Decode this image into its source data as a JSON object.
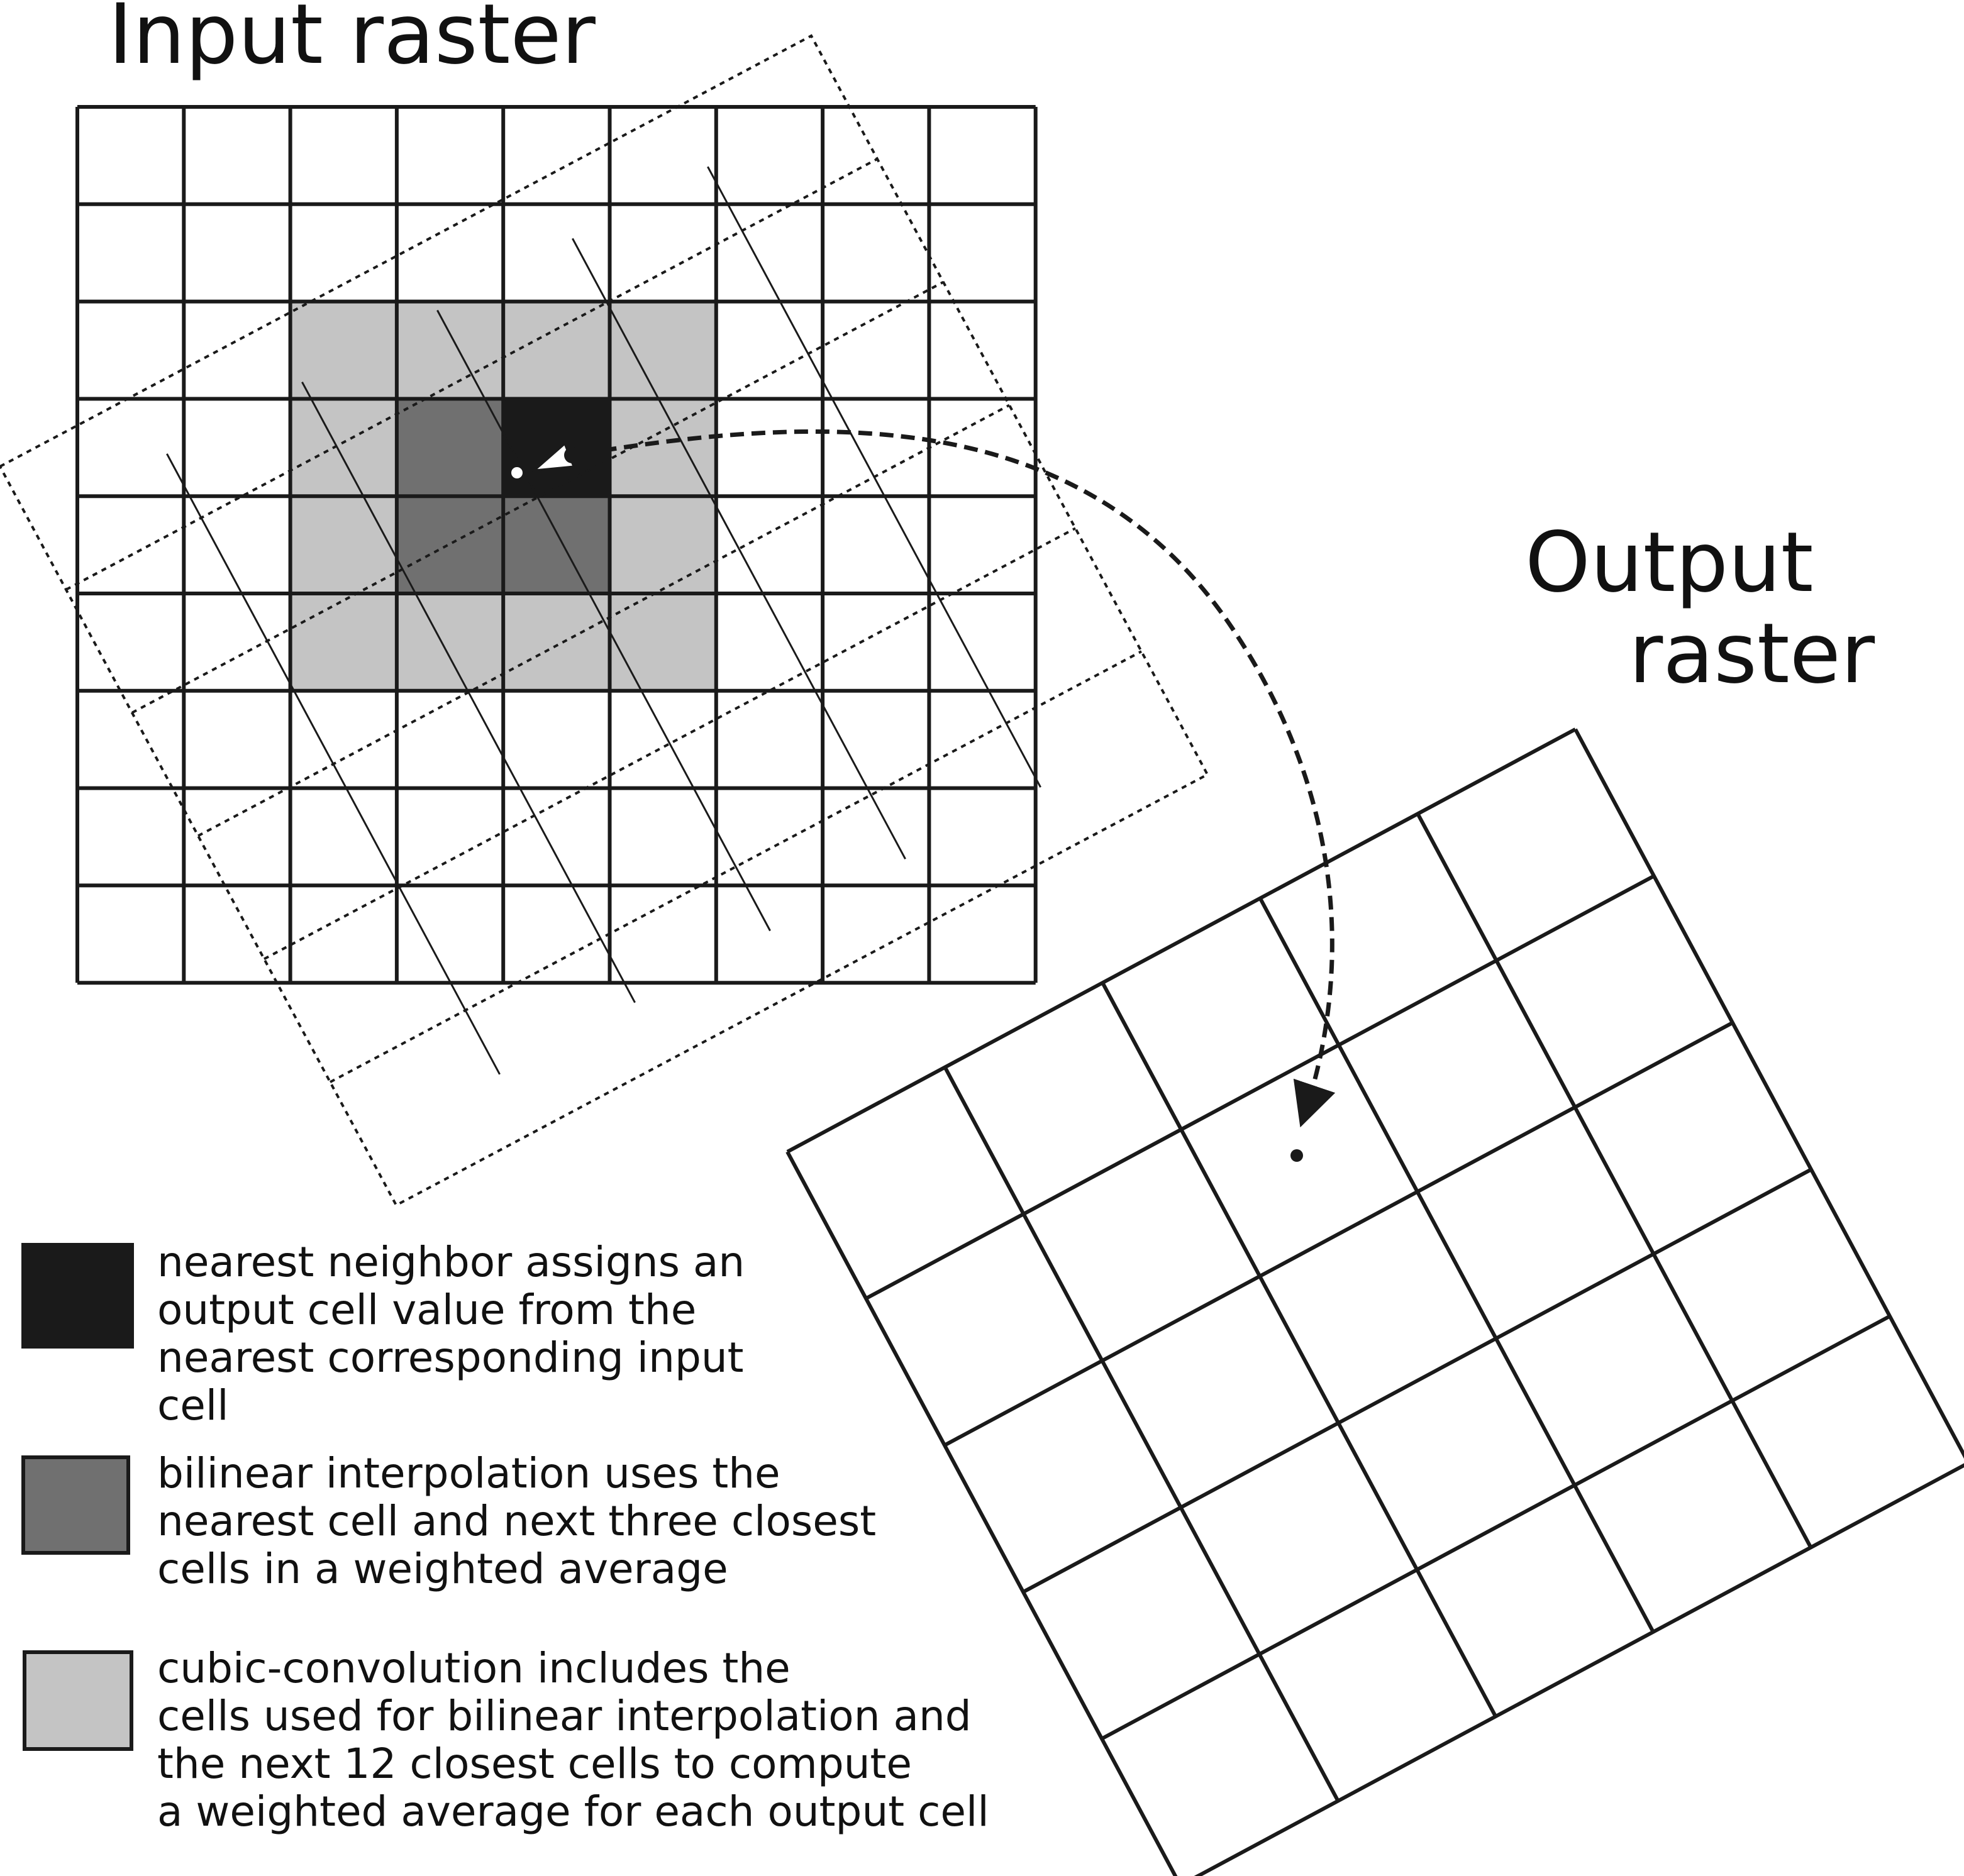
{
  "titles": {
    "input": "Input raster",
    "output_line1": "Output",
    "output_line2": "raster"
  },
  "legend": [
    {
      "swatch_color": "#1a1a1a",
      "lines": [
        "nearest neighbor assigns an",
        "output cell value from the",
        "nearest corresponding input",
        "cell"
      ]
    },
    {
      "swatch_color": "#707070",
      "lines": [
        "bilinear interpolation uses the",
        "nearest cell and next three closest",
        "cells in a weighted average"
      ]
    },
    {
      "swatch_color": "#c4c4c4",
      "lines": [
        "cubic-convolution includes the",
        "cells used for bilinear interpolation and",
        "the next 12 closest cells to compute",
        "a weighted average for each output cell"
      ]
    }
  ],
  "colors": {
    "nearest": "#1a1a1a",
    "bilinear": "#707070",
    "cubic": "#c4c4c4",
    "line": "#1a1a1a"
  }
}
